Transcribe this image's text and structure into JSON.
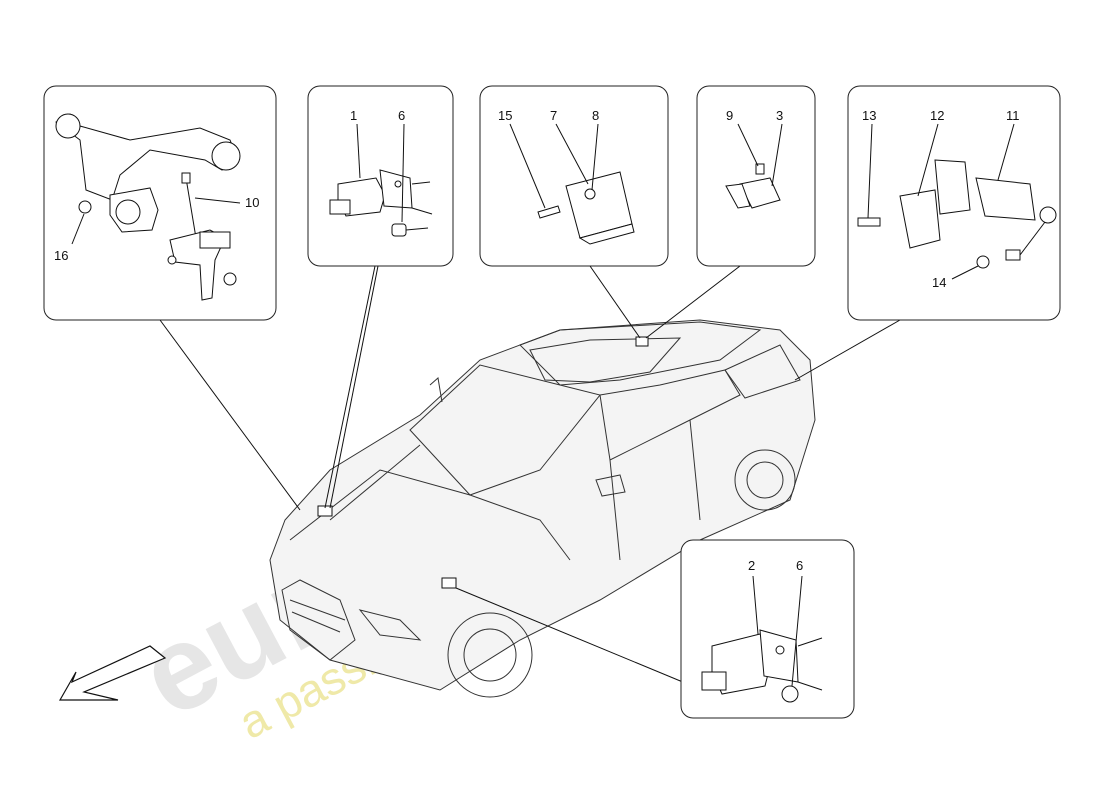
{
  "diagram": {
    "callouts": {
      "upper_arm": [
        "10",
        "16"
      ],
      "sensor_front": [
        "1",
        "6"
      ],
      "control_unit": [
        "15",
        "7",
        "8"
      ],
      "roof_sensor": [
        "9",
        "3"
      ],
      "rear_sensor": [
        "13",
        "12",
        "11",
        "14"
      ],
      "lower_sensor": [
        "2",
        "6"
      ]
    }
  },
  "watermark": {
    "brand": "eurospares",
    "tagline": "a passion for parts since 1985"
  },
  "colors": {
    "line": "#111111",
    "watermark_grey": "#e6e6e6",
    "watermark_yellow": "#efe9a8"
  }
}
